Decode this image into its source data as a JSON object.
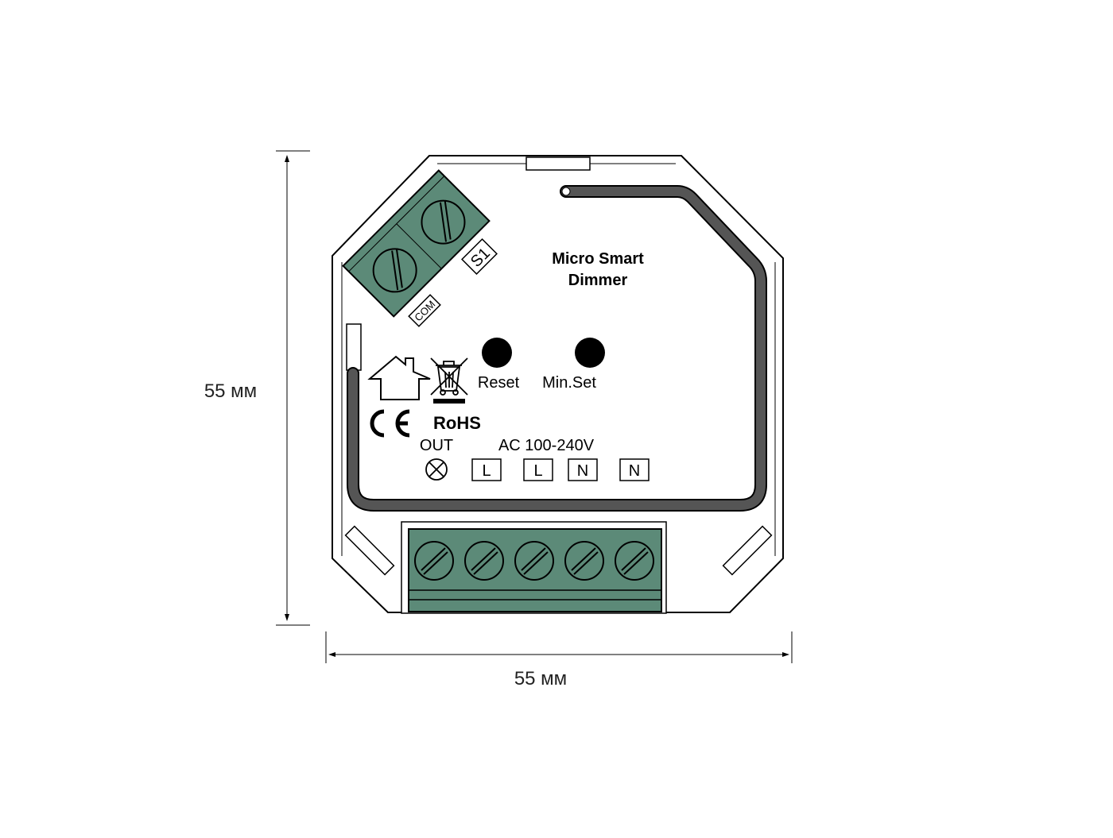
{
  "dimensions": {
    "height_label": "55 мм",
    "width_label": "55 мм"
  },
  "device": {
    "title_line1": "Micro Smart",
    "title_line2": "Dimmer",
    "buttons": [
      {
        "label": "Reset"
      },
      {
        "label": "Min.Set"
      }
    ],
    "top_terminal_labels": [
      "S1",
      "COM"
    ],
    "certifications": {
      "ce": "CE",
      "rohs": "RoHS"
    },
    "out_label": "OUT",
    "input_label": "AC 100-240V",
    "bottom_terminal_labels": [
      "L",
      "L",
      "N",
      "N"
    ],
    "colors": {
      "terminal_block": "#5c8a78",
      "stroke": "#000000",
      "channel": "#555555"
    }
  }
}
